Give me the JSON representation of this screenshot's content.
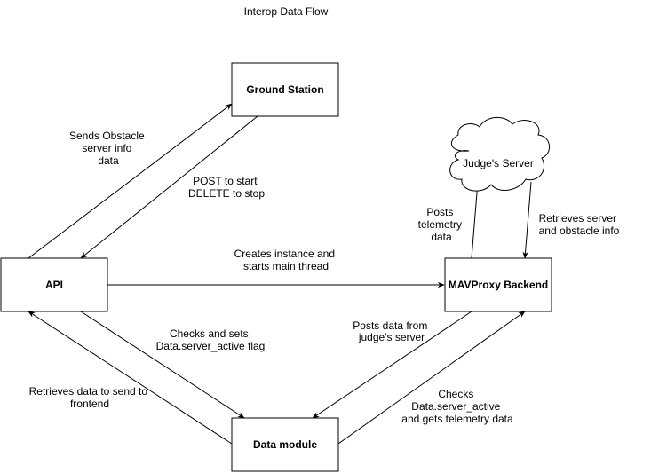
{
  "diagram": {
    "title": "Interop Data Flow",
    "nodes": {
      "ground_station": "Ground Station",
      "api": "API",
      "mavproxy": "MAVProxy Backend",
      "data_module": "Data module",
      "judge_server": "Judge's Server"
    },
    "edges": {
      "api_to_ground": [
        "Sends Obstacle",
        "server info",
        "data"
      ],
      "ground_to_api": [
        "POST to start",
        "DELETE to stop"
      ],
      "api_to_mavproxy": [
        "Creates instance and",
        "starts main thread"
      ],
      "mavproxy_to_judge": [
        "Posts",
        "telemetry",
        "data"
      ],
      "judge_to_mavproxy": [
        "Retrieves server",
        "and obstacle info"
      ],
      "api_to_data": [
        "Checks and sets",
        "Data.server_active flag"
      ],
      "data_to_api": [
        "Retrieves data to send to",
        "frontend"
      ],
      "mavproxy_to_data": [
        "Posts data from",
        "judge's server"
      ],
      "data_to_mavproxy": [
        "Checks",
        "Data.server_active",
        "and gets telemetry data"
      ]
    }
  },
  "colors": {
    "stroke": "#000000",
    "fill": "#ffffff",
    "text": "#000000"
  }
}
